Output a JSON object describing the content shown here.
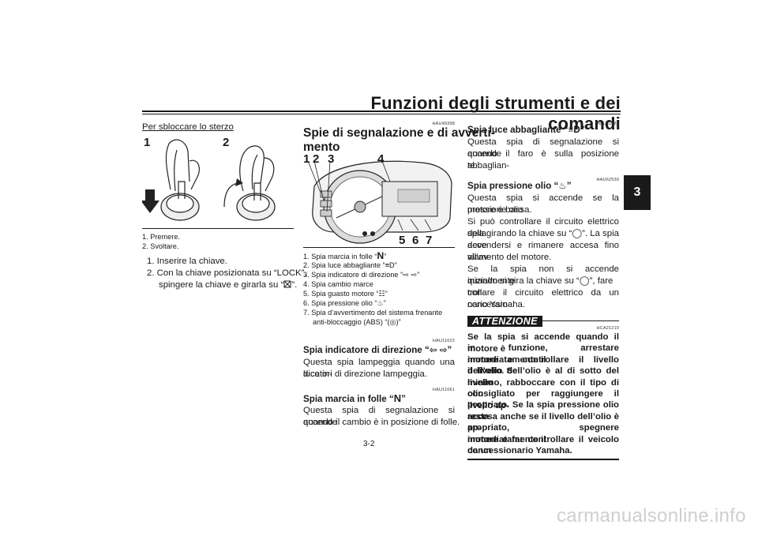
{
  "header": {
    "title": "Funzioni degli strumenti e dei comandi",
    "chapter_tab": "3"
  },
  "left": {
    "subheading": "Per sbloccare lo sterzo",
    "fig_label_1": "1",
    "fig_label_2": "2",
    "captions": [
      "1. Premere.",
      "2. Svoltare."
    ],
    "steps": [
      "1. Inserire la chiave.",
      "2. Con la chiave posizionata su “LOCK”,",
      "spingere la chiave e girarla su “",
      "”."
    ]
  },
  "middle": {
    "code1": "HAU49398",
    "heading_line1": "Spie di segnalazione e di avverti-",
    "heading_line2": "mento",
    "fig_labels_top": [
      "1",
      "2",
      "3",
      "4"
    ],
    "fig_labels_bottom": [
      "5",
      "6",
      "7"
    ],
    "legend": [
      "1. Spia marcia in folle “",
      "2. Spia luce abbagliante “",
      "3. Spia indicatore di direzione “",
      "4. Spia cambio marce",
      "5. Spia guasto motore “",
      "6. Spia pressione olio “",
      "7. Spia d’avvertimento del sistema frenante",
      "anti-bloccaggio (ABS) “"
    ],
    "legend_close": "”",
    "n_symbol": "N",
    "code2": "HAU11022",
    "sec1_title": "Spia indicatore di direzione “",
    "sec1_lines": [
      "Questa spia lampeggia quando una luce in-",
      "dicatori di direzione lampeggia."
    ],
    "code3": "HAU11061",
    "sec2_title": "Spia marcia in folle “",
    "sec2_lines": [
      "Questa spia di segnalazione si accende",
      "quando il cambio è in posizione di folle."
    ]
  },
  "right": {
    "code1": "HAU11081",
    "sec1_title": "Spia luce abbagliante “",
    "sec1_lines": [
      "Questa spia di segnalazione si accende",
      "quando il faro è sulla posizione abbaglian-",
      "te."
    ],
    "code2": "HAU62530",
    "sec2_title": "Spia pressione olio “",
    "sec2_lines": [
      "Questa spia si accende se la pressione olio",
      "motore è bassa.",
      "Si può controllare il circuito elettrico della",
      "spia girando la chiave su “",
      "”. La spia deve",
      "accendersi e rimanere accesa fino all’av-",
      "viamento del motore.",
      "Se la spia non si accende inizialmente",
      "quando si gira la chiave su “",
      "”, fare con-",
      "trollare il circuito elettrico da un concessio-",
      "nario Yamaha."
    ],
    "attention_label": "ATTENZIONE",
    "code3": "HCA21210",
    "attention_lines": [
      "Se la spia si accende quando il motore è",
      "in funzione, arrestare immediatamente il",
      "motore e controllare il livello dell’olio. Se",
      "il livello dell’olio è al di sotto del livello",
      "minimo, rabboccare con il tipo di olio",
      "consigliato per raggiungere il livello ap-",
      "propriato. Se la spia pressione olio resta",
      "accesa anche se il livello dell’olio è ap-",
      "propriato, spegnere immediatamente il",
      "motore e far controllare il veicolo da un",
      "concessionario Yamaha."
    ]
  },
  "footer": {
    "page_number": "3-2",
    "watermark": "carmanualsonline.info"
  }
}
